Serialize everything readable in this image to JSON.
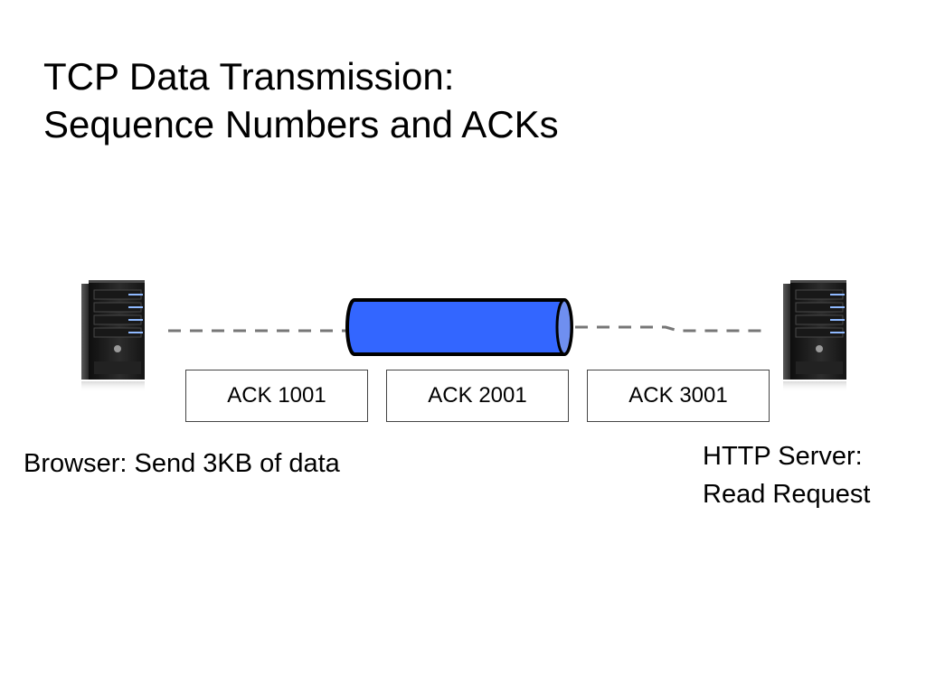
{
  "slide": {
    "title_line1": "TCP Data Transmission:",
    "title_line2": "Sequence Numbers and ACKs"
  },
  "acks": [
    "ACK 1001",
    "ACK 2001",
    "ACK 3001"
  ],
  "client": {
    "label": "Browser:  Send 3KB of data",
    "icon": "server-tower-icon"
  },
  "server": {
    "label_line1": "HTTP Server:",
    "label_line2": "Read Request",
    "icon": "server-tower-icon"
  },
  "pipe": {
    "fill": "#3366ff",
    "end_fill": "#6f8ff0"
  },
  "connection_line_color": "#777777"
}
